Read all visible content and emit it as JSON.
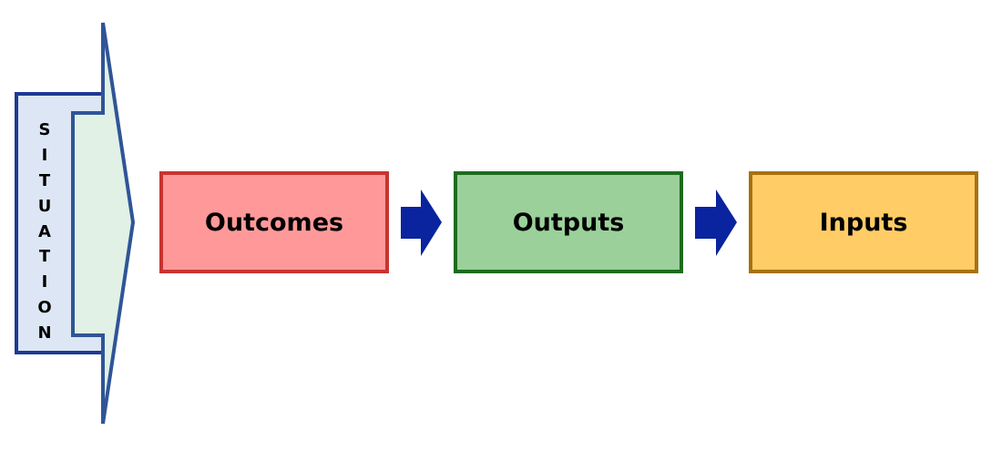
{
  "situation": {
    "letters": [
      "S",
      "I",
      "T",
      "U",
      "A",
      "T",
      "I",
      "O",
      "N"
    ],
    "outer_fill": "#dce6f4",
    "outer_border": "#1f3a93",
    "inner_fill": "#e1f1e6",
    "inner_border": "#2f5597"
  },
  "boxes": [
    {
      "label": "Outcomes",
      "fill": "#ff9999",
      "border": "#c9342f"
    },
    {
      "label": "Outputs",
      "fill": "#9bd09a",
      "border": "#1e6b1e"
    },
    {
      "label": "Inputs",
      "fill": "#ffcc66",
      "border": "#a87110"
    }
  ],
  "connector_color": "#0a239e"
}
